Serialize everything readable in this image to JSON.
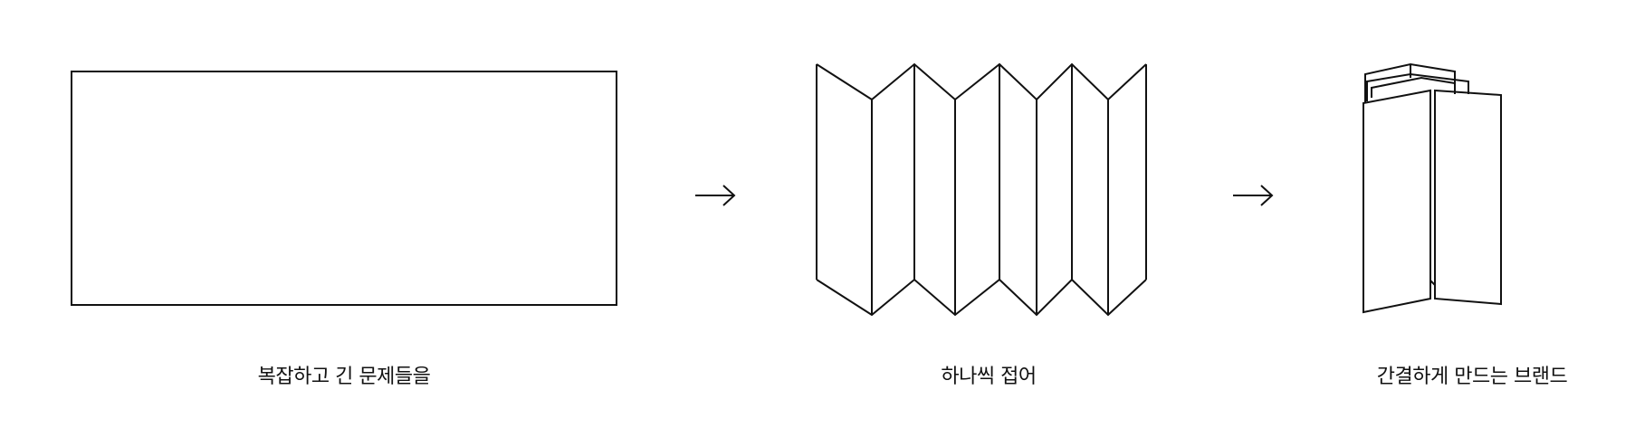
{
  "steps": [
    {
      "caption": "복잡하고 긴 문제들을"
    },
    {
      "caption": "하나씩 접어"
    },
    {
      "caption": "간결하게 만드는 브랜드"
    }
  ],
  "arrows": [
    "→",
    "→"
  ],
  "colors": {
    "line": "#111111",
    "background": "#ffffff",
    "text": "#111111"
  }
}
